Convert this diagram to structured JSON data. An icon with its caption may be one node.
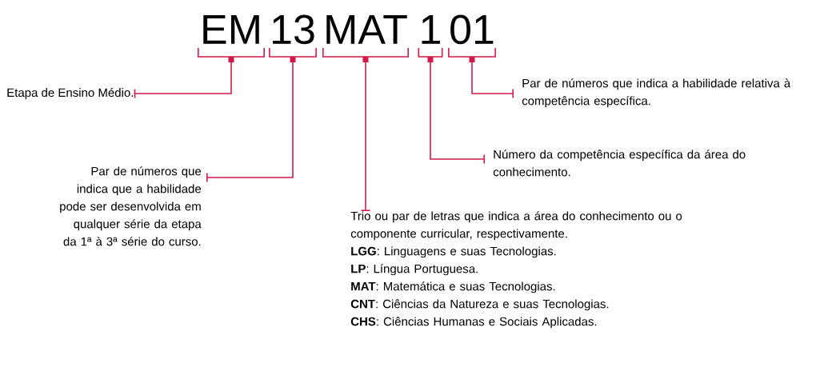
{
  "diagram": {
    "nodes": [
      {
        "text": [
          "EM"
        ]
      },
      {
        "text": [
          "13"
        ]
      },
      {
        "text": [
          "MAT"
        ]
      },
      {
        "text": [
          "1"
        ]
      },
      {
        "text": [
          "01"
        ]
      },
      {
        "text": [
          "Par de números que indica a habilidade relativa à competência específica."
        ]
      },
      {
        "text": [
          "Etapa de Ensino Médio."
        ]
      },
      {
        "text": [
          "Número da competência específica da área do conhecimento."
        ]
      },
      {
        "text": [
          "Par de números que indica que a habilidade pode ser desenvolvida em qualquer série da etapa da 1ª à 3ª série do curso."
        ]
      },
      {
        "text": [
          "Trio ou par de letras que indica a área do conhecimento ou o componente curricular, respectivamente.",
          "**LGG**: Linguagens e suas Tecnologias.",
          "**LP**: Língua Portuguesa.",
          "**MAT**: Matemática e suas Tecnologias.",
          "**CNT**: Ciências da Natureza e suas Tecnologias.",
          "**CHS**: Ciências Humanas e Sociais Aplicadas."
        ]
      }
    ],
    "edges": [
      {
        "from": 6,
        "to": 0,
        "arrow": "other"
      },
      {
        "from": 8,
        "to": 1,
        "arrow": "other"
      },
      {
        "from": 9,
        "to": 2,
        "arrow": "other"
      },
      {
        "from": 7,
        "to": 3,
        "arrow": "other"
      },
      {
        "from": 5,
        "to": 4,
        "arrow": "other"
      }
    ]
  }
}
